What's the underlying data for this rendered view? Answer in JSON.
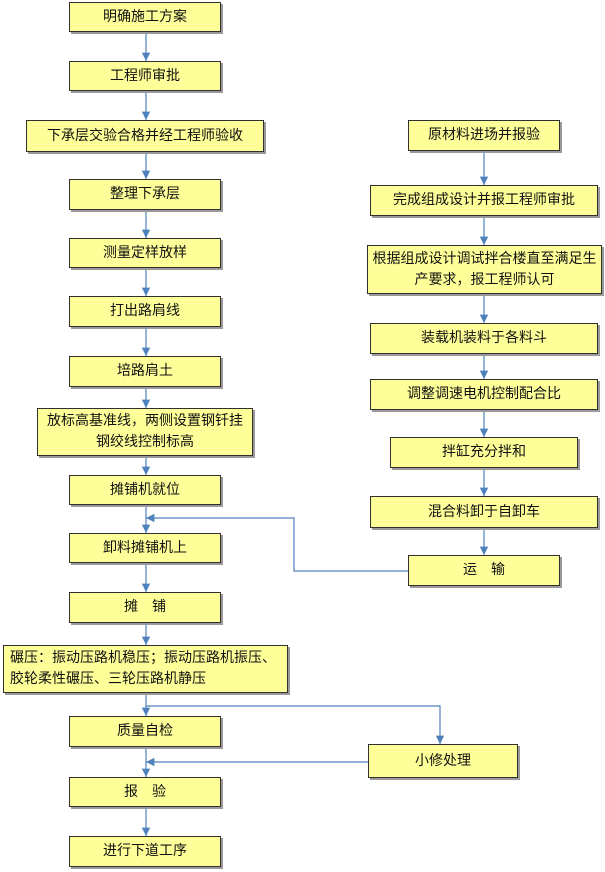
{
  "colors": {
    "box_fill": "#ffff99",
    "box_border": "#303030",
    "arrow": "#4f81bd"
  },
  "left_column": {
    "steps": [
      "明确施工方案",
      "工程师审批",
      "下承层交验合格并经工程师验收",
      "整理下承层",
      "测量定样放样",
      "打出路肩线",
      "培路肩土",
      "放标高基准线，两侧设置钢钎挂钢绞线控制标高",
      "摊铺机就位",
      "卸料摊铺机上",
      "摊　铺",
      "碾压：振动压路机稳压；振动压路机振压、　胶轮柔性碾压、三轮压路机静压",
      "质量自检",
      "报　验",
      "进行下道工序"
    ]
  },
  "right_column": {
    "steps": [
      "原材料进场并报验",
      "完成组成设计并报工程师审批",
      "根据组成设计调试拌合楼直至满足生产要求，报工程师认可",
      "装载机装料于各料斗",
      "调整调速电机控制配合比",
      "拌缸充分拌和",
      "混合料卸于自卸车",
      "运　输"
    ]
  },
  "side_steps": {
    "repair": "小修处理"
  }
}
